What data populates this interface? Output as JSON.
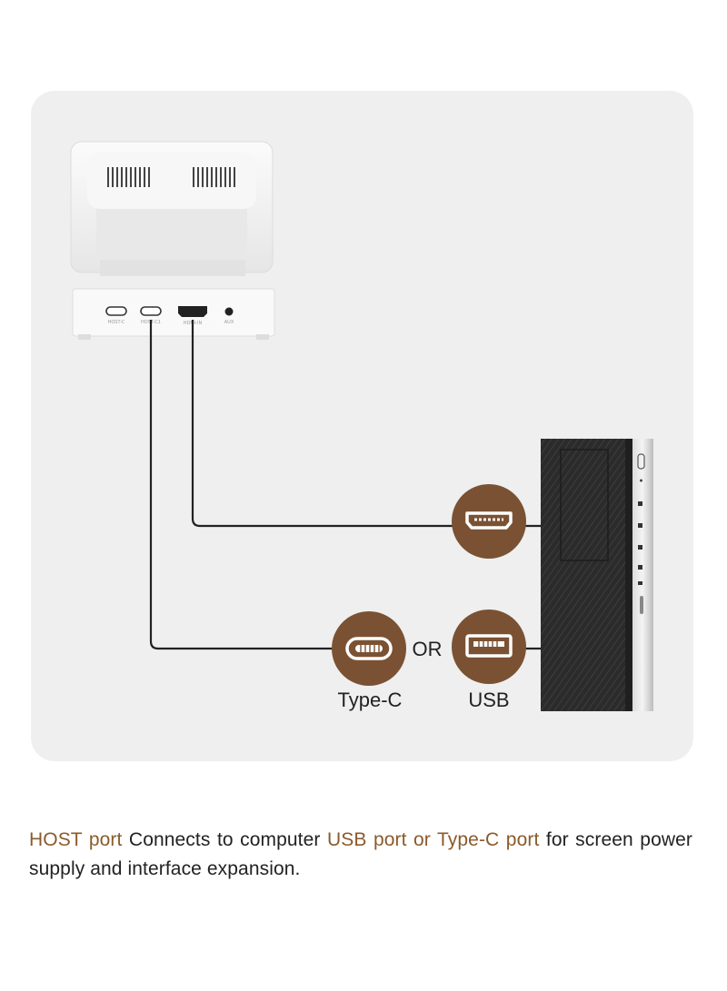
{
  "diagram": {
    "ports_on_dock": [
      "HOST-C",
      "HOST-C1",
      "HDMI-IN",
      "AUX"
    ],
    "labels": {
      "or": "OR",
      "type_c": "Type-C",
      "usb": "USB"
    },
    "icons": [
      "hdmi-port-icon",
      "type-c-port-icon",
      "usb-a-port-icon"
    ],
    "colors": {
      "accent": "#8b5a2b",
      "badge": "#7a5233",
      "cable": "#222222",
      "panel": "#efefef"
    }
  },
  "caption": {
    "highlight1": "HOST port",
    "text1": " Connects to computer ",
    "highlight2": "USB port or Type-C port",
    "text2": " for screen power supply and interface expansion."
  }
}
